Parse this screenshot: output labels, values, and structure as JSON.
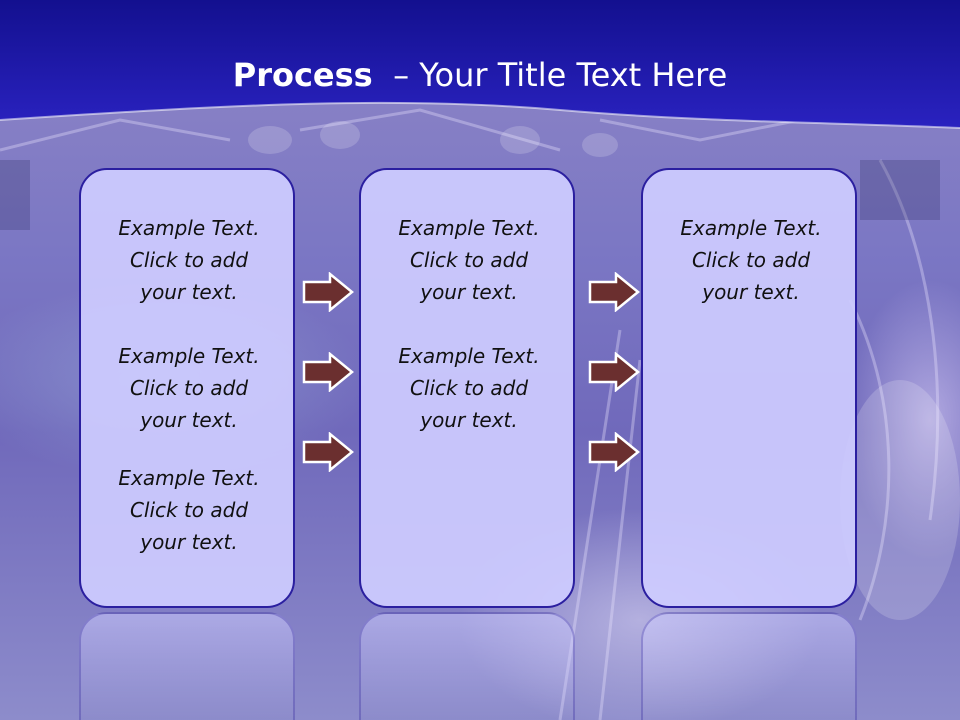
{
  "slide": {
    "title_bold": "Process",
    "title_rest": "– Your Title Text Here"
  },
  "columns": [
    {
      "entries": [
        {
          "line1": "Example Text.",
          "line2": "Click  to add",
          "line3": "your text."
        },
        {
          "line1": "Example Text.",
          "line2": "Click  to add",
          "line3": "your text."
        },
        {
          "line1": "Example Text.",
          "line2": "Click  to add",
          "line3": "your text."
        }
      ]
    },
    {
      "entries": [
        {
          "line1": "Example Text.",
          "line2": "Click  to add",
          "line3": "your text."
        },
        {
          "line1": "Example Text.",
          "line2": "Click  to add",
          "line3": "your text."
        }
      ]
    },
    {
      "entries": [
        {
          "line1": "Example Text.",
          "line2": "Click  to add",
          "line3": "your text."
        }
      ]
    }
  ],
  "colors": {
    "header_blue": "#1e18a6",
    "box_fill": "#cecbff",
    "box_border": "#2b1fa0",
    "arrow_fill": "#6b2f2f",
    "title_text": "#ffffff"
  },
  "icons": [
    "arrow-right-icon"
  ]
}
